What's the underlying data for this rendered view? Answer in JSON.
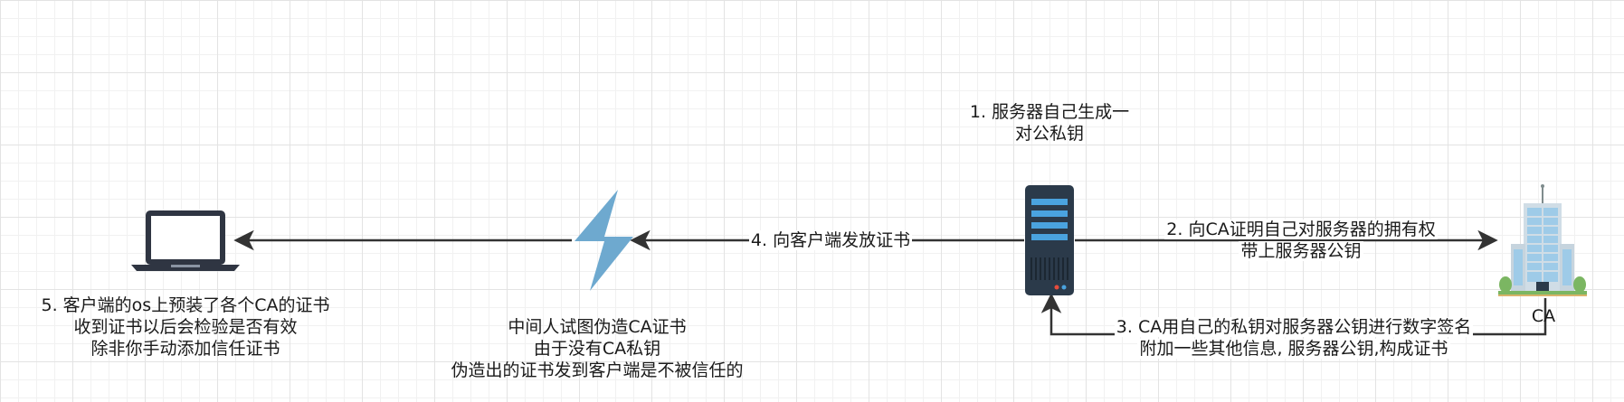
{
  "nodes": {
    "client": {
      "icon": "laptop-icon",
      "lines": [
        "5. 客户端的os上预装了各个CA的证书",
        "收到证书以后会检验是否有效",
        "除非你手动添加信任证书"
      ]
    },
    "mitm": {
      "icon": "lightning-icon",
      "lines": [
        "中间人试图伪造CA证书",
        "由于没有CA私钥",
        "伪造出的证书发到客户端是不被信任的"
      ]
    },
    "server": {
      "icon": "server-icon",
      "lines": [
        "1. 服务器自己生成一",
        "对公私钥"
      ]
    },
    "ca": {
      "icon": "office-building-icon",
      "label": "CA"
    }
  },
  "edges": {
    "issue_cert": {
      "label": "4. 向客户端发放证书"
    },
    "prove_ownership": {
      "lines": [
        "2. 向CA证明自己对服务器的拥有权",
        "带上服务器公钥"
      ]
    },
    "sign_cert": {
      "lines": [
        "3. CA用自己的私钥对服务器公钥进行数字签名",
        "附加一些其他信息, 服务器公钥,构成证书"
      ]
    }
  },
  "colors": {
    "line": "#333333",
    "lightning": "#6ea9cf",
    "server_body": "#2b3a4a",
    "server_slot": "#4aa3df",
    "building_glass": "#9ecbe8",
    "grass": "#7bb662"
  }
}
